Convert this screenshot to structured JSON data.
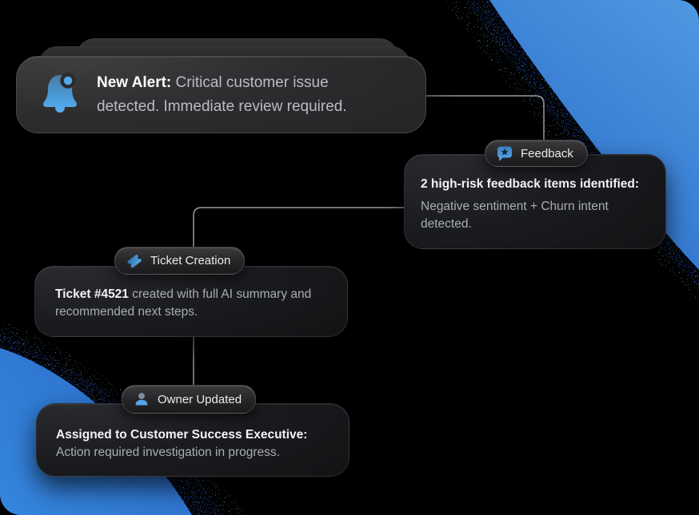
{
  "theme": {
    "background": "#000000",
    "card_bg": "#1a1b1e",
    "accent_blue": "#4FA3E3",
    "blob_blue_top_right": "#3d86d6",
    "blob_blue_bottom_left": "#2f7cd8",
    "text_primary": "#f2f3f5",
    "text_secondary": "#a9adb2",
    "connector_gray": "#9b9b9b"
  },
  "alert": {
    "icon": "bell-notification-icon",
    "bold": "New Alert:",
    "regular": "Critical customer issue detected. Immediate review required."
  },
  "nodes": {
    "feedback": {
      "badge_label": "Feedback",
      "icon": "chat-star-icon",
      "bold": "2 high-risk feedback items identified:",
      "regular": "Negative sentiment + Churn intent detected."
    },
    "ticket": {
      "badge_label": "Ticket Creation",
      "icon": "ticket-icon",
      "bold": "Ticket #4521",
      "regular": "created with full AI summary and recommended next steps."
    },
    "owner": {
      "badge_label": "Owner Updated",
      "icon": "person-icon",
      "bold": "Assigned to Customer Success Executive:",
      "regular": "Action required investigation in progress."
    }
  }
}
